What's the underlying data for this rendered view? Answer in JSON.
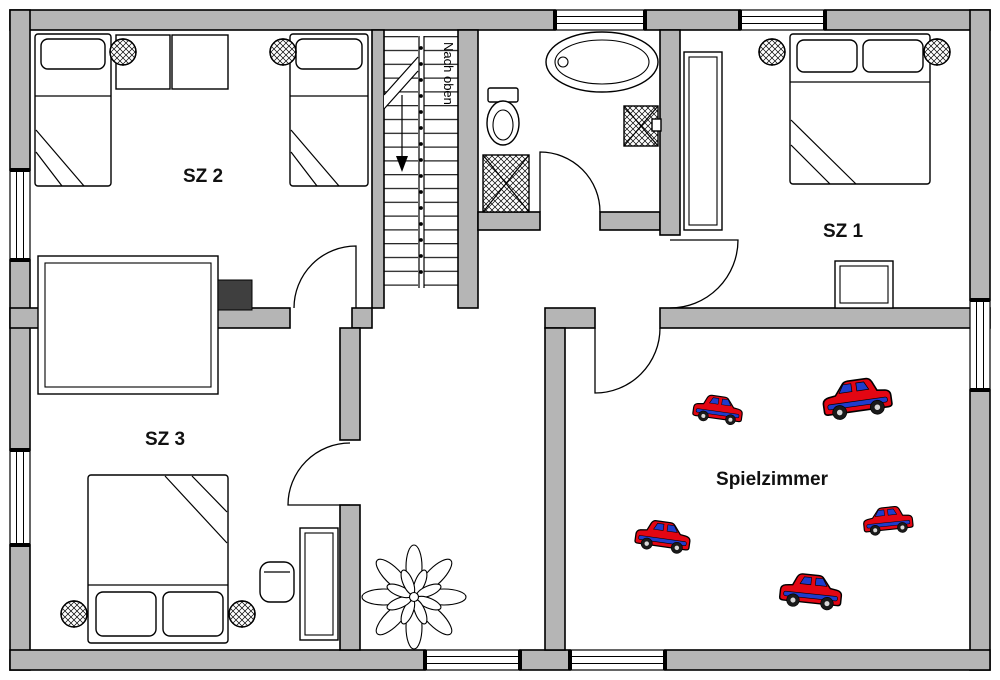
{
  "floorplan": {
    "rooms": [
      {
        "id": "sz2",
        "label": "SZ 2"
      },
      {
        "id": "sz1",
        "label": "SZ 1"
      },
      {
        "id": "sz3",
        "label": "SZ 3"
      },
      {
        "id": "spielzimmer",
        "label": "Spielzimmer"
      }
    ],
    "stairs": {
      "label": "Nach oben",
      "direction_icon": "arrow-down-icon"
    },
    "icons": {
      "radiator": "radiator-icon",
      "bathtub": "bathtub-icon",
      "toilet": "toilet-icon",
      "sink": "sink-icon",
      "shower": "shower-icon",
      "plant": "plant-icon",
      "toy_car": "toy-car-icon"
    },
    "colors": {
      "wall": "#b5b5b5",
      "outline": "#000000",
      "chimney": "#3f3f3f",
      "car_body": "#e30613",
      "car_accent": "#1f3ccc",
      "car_tire": "#1a1a1a"
    }
  }
}
